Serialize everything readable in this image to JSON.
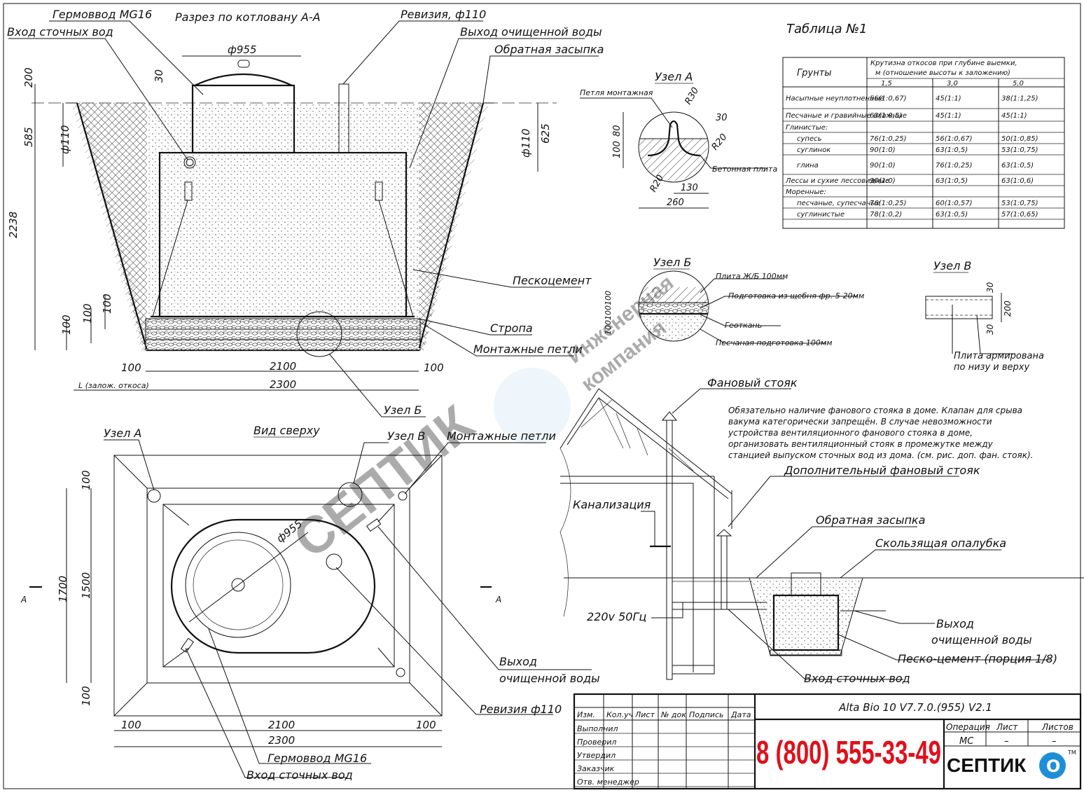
{
  "titles": {
    "section": "Разрез по котловану А-А",
    "top_view": "Вид сверху",
    "node_a": "Узел А",
    "node_b": "Узел Б",
    "node_v": "Узел В",
    "table": "Таблица №1"
  },
  "section_labels": {
    "germovvod": "Гермоввод MG16",
    "inlet": "Вход сточных вод",
    "revision": "Ревизия, ф110",
    "outlet": "Выход очищенной воды",
    "backfill": "Обратная засыпка",
    "sandcement": "Пескоцемент",
    "sling": "Стропа",
    "loops": "Монтажные петли",
    "node_b_ref": "Узел Б"
  },
  "section_dims": {
    "d955": "ф955",
    "d110_left": "ф110",
    "d110_right": "ф110",
    "h200": "200",
    "h30": "30",
    "h585": "585",
    "h2238": "2238",
    "h625": "625",
    "h100a": "100",
    "h100b": "100",
    "h100c": "100",
    "w100l": "100",
    "w2100": "2100",
    "w100r": "100",
    "w2300": "2300",
    "slope": "L (залож. откоса)"
  },
  "top_labels": {
    "node_a": "Узел А",
    "node_v": "Узел В",
    "loops": "Монтажные петли",
    "outlet_1": "Выход",
    "outlet_2": "очищенной воды",
    "revision": "Ревизия ф110",
    "germovvod": "Гермоввод MG16",
    "inlet": "Вход сточных вод",
    "d955": "ф955",
    "h1700": "1700",
    "h1500": "1500",
    "h100t": "100",
    "h100b": "100",
    "w100l": "100",
    "w2100": "2100",
    "w100r": "100",
    "w2300": "2300",
    "cut_a": "A"
  },
  "node_a_labels": {
    "loop": "Петля монтажная",
    "slab": "Бетонная плита",
    "r30": "R30",
    "r20a": "R20",
    "r20b": "R20",
    "d30": "30",
    "d80": "80",
    "d100": "100",
    "d130": "130",
    "d260": "260"
  },
  "node_b_labels": {
    "slab": "Плита Ж/Б 100мм",
    "gravel": "Подготовка из щебня фр. 5-20мм",
    "geo": "Геоткань",
    "sand": "Песчаная подготовка 100мм",
    "dims": "100100100"
  },
  "node_v_labels": {
    "plate_1": "Плита армирована",
    "plate_2": "по низу и верху",
    "d30a": "30",
    "d200": "200",
    "d30b": "30"
  },
  "soil_table": {
    "col_soil": "Грунты",
    "col_slope_1": "Крутизна откосов при глубине выемки,",
    "col_slope_2": "м (отношение высоты к заложению)",
    "depths": [
      "1,5",
      "3,0",
      "5,0"
    ],
    "rows": [
      {
        "name": "Насыпные неуплотненные",
        "values": [
          "56(1:0,67)",
          "45(1:1)",
          "38(1:1,25)"
        ]
      },
      {
        "name": "Песчаные и гравийные влажные",
        "values": [
          "63(1:0,5)",
          "45(1:1)",
          "45(1:1)"
        ]
      },
      {
        "name": "Глинистые:",
        "values": [
          "",
          "",
          ""
        ]
      },
      {
        "name": "супесь",
        "values": [
          "76(1:0,25)",
          "56(1:0,67)",
          "50(1:0,85)"
        ]
      },
      {
        "name": "суглинок",
        "values": [
          "90(1:0)",
          "63(1:0,5)",
          "53(1:0,75)"
        ]
      },
      {
        "name": "глина",
        "values": [
          "90(1:0)",
          "76(1:0,25)",
          "63(1:0,5)"
        ]
      },
      {
        "name": "Лессы и сухие лессовидные",
        "values": [
          "90(1:0)",
          "63(1:0,5)",
          "63(1:0,6)"
        ]
      },
      {
        "name": "Моренные:",
        "values": [
          "",
          "",
          ""
        ]
      },
      {
        "name": "песчаные, супесчаные",
        "values": [
          "76(1:0,25)",
          "60(1:0,57)",
          "53(1:0,75)"
        ]
      },
      {
        "name": "суглинистые",
        "values": [
          "78(1:0,2)",
          "63(1:0,5)",
          "57(1:0,65)"
        ]
      }
    ]
  },
  "house": {
    "vent": "Фановый стояк",
    "note": [
      "Обязательно наличие фанового стояка в доме. Клапан для срыва",
      "вакума категорически запрещён. В случае невозможности",
      "устройства вентиляционного фанового стояка в доме,",
      "организовать вентиляционный стояк в промежутке между",
      "станцией выпуском сточных вод из дома. (см. рис. доп. фан. стояк)."
    ],
    "extra_vent": "Дополнительный фановый стояк",
    "sewer": "Канализация",
    "backfill": "Обратная засыпка",
    "formwork": "Скользящая опалубка",
    "outlet_1": "Выход",
    "outlet_2": "очищенной воды",
    "sandcement": "Песко-цемент (порция 1/8)",
    "inlet": "Вход сточных вод",
    "power": "220v 50Гц"
  },
  "title_block": {
    "model": "Alta Bio 10 V7.7.0.(955) V2.1",
    "headers": [
      "Изм.",
      "Кол.уч",
      "Лист",
      "№ док",
      "Подпись",
      "Дата"
    ],
    "roles": [
      "Выполнил",
      "Проверил",
      "Утвердил",
      "Заказчик",
      "Отв. менеджер"
    ],
    "phone": "8 (800) 555-33-49",
    "op_label": "Операция",
    "sheet_label": "Лист",
    "sheets_label": "Листов",
    "op_value": "МС",
    "sheet_value": "–",
    "sheets_value": "–",
    "brand": "СЕПТИК",
    "brand_o": "О",
    "tm": "TM"
  },
  "watermark": {
    "brand": "СЕПТИК",
    "line1": "Инженерная",
    "line2": "компания"
  },
  "colors": {
    "line": "#111111",
    "phone": "#e0101a",
    "accent": "#1e8fd6",
    "watermark": "#b9c6d6"
  }
}
